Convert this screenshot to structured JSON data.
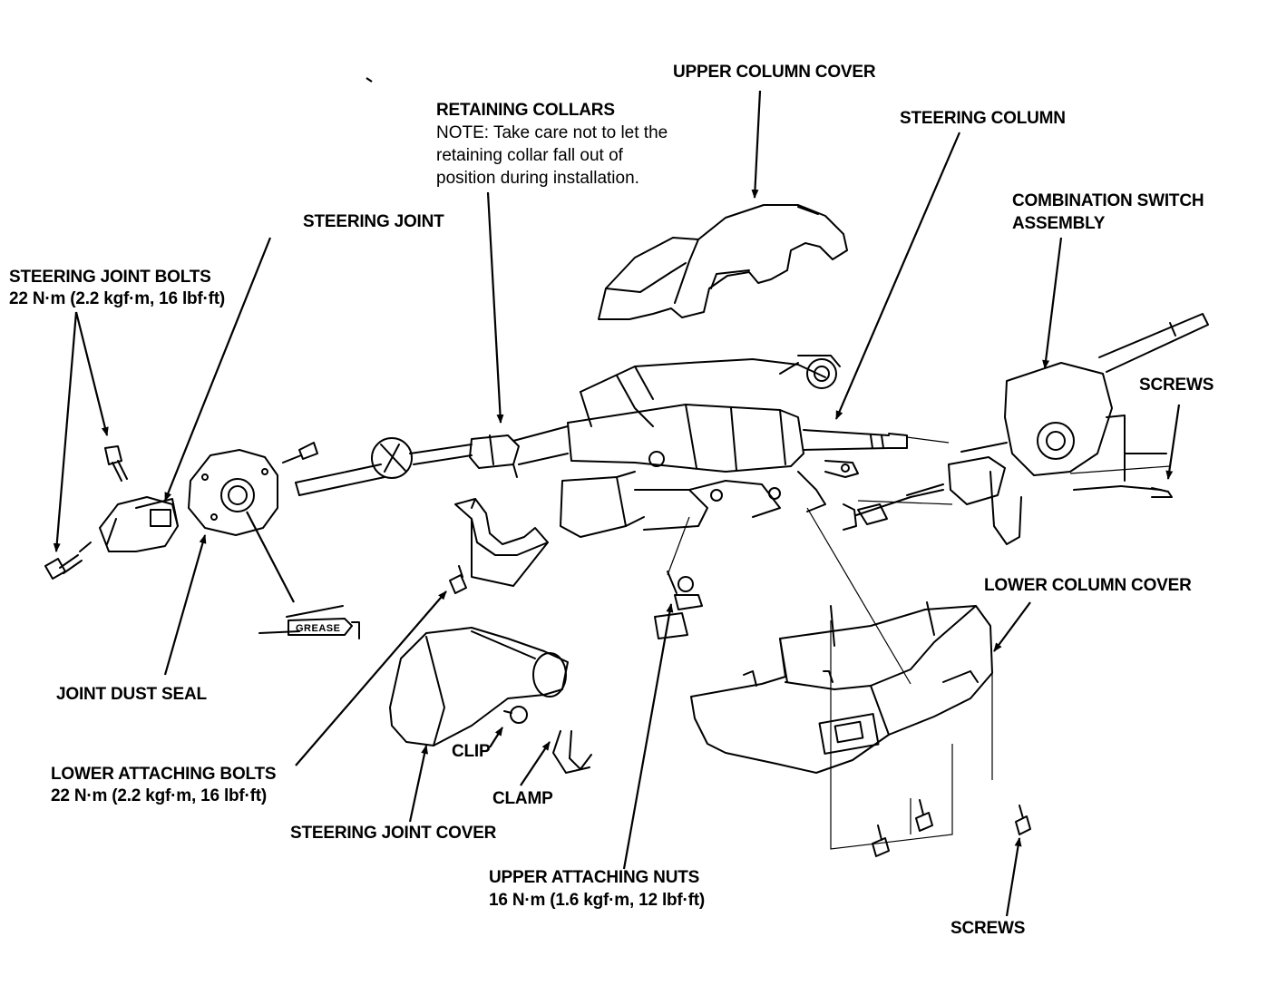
{
  "labels": {
    "upper_column_cover": "UPPER COLUMN COVER",
    "retaining_collars": "RETAINING COLLARS",
    "retaining_note_1": "NOTE:  Take care not to let the",
    "retaining_note_2": "retaining collar fall out of",
    "retaining_note_3": "position during installation.",
    "steering_column": "STEERING COLUMN",
    "combination_switch_1": "COMBINATION SWITCH",
    "combination_switch_2": "ASSEMBLY",
    "steering_joint": "STEERING JOINT",
    "steering_joint_bolts": "STEERING JOINT BOLTS",
    "steering_joint_bolts_torque": "22 N·m (2.2 kgf·m, 16 lbf·ft)",
    "screws_right": "SCREWS",
    "lower_column_cover": "LOWER COLUMN COVER",
    "joint_dust_seal": "JOINT DUST SEAL",
    "grease": "GREASE",
    "lower_attaching_bolts": "LOWER ATTACHING BOLTS",
    "lower_attaching_bolts_torque": "22 N·m (2.2 kgf·m, 16 lbf·ft)",
    "clip": "CLIP",
    "clamp": "CLAMP",
    "steering_joint_cover": "STEERING JOINT COVER",
    "upper_attaching_nuts": "UPPER ATTACHING NUTS",
    "upper_attaching_nuts_torque": "16 N·m (1.6 kgf·m, 12 lbf·ft)",
    "screws_bottom": "SCREWS"
  }
}
